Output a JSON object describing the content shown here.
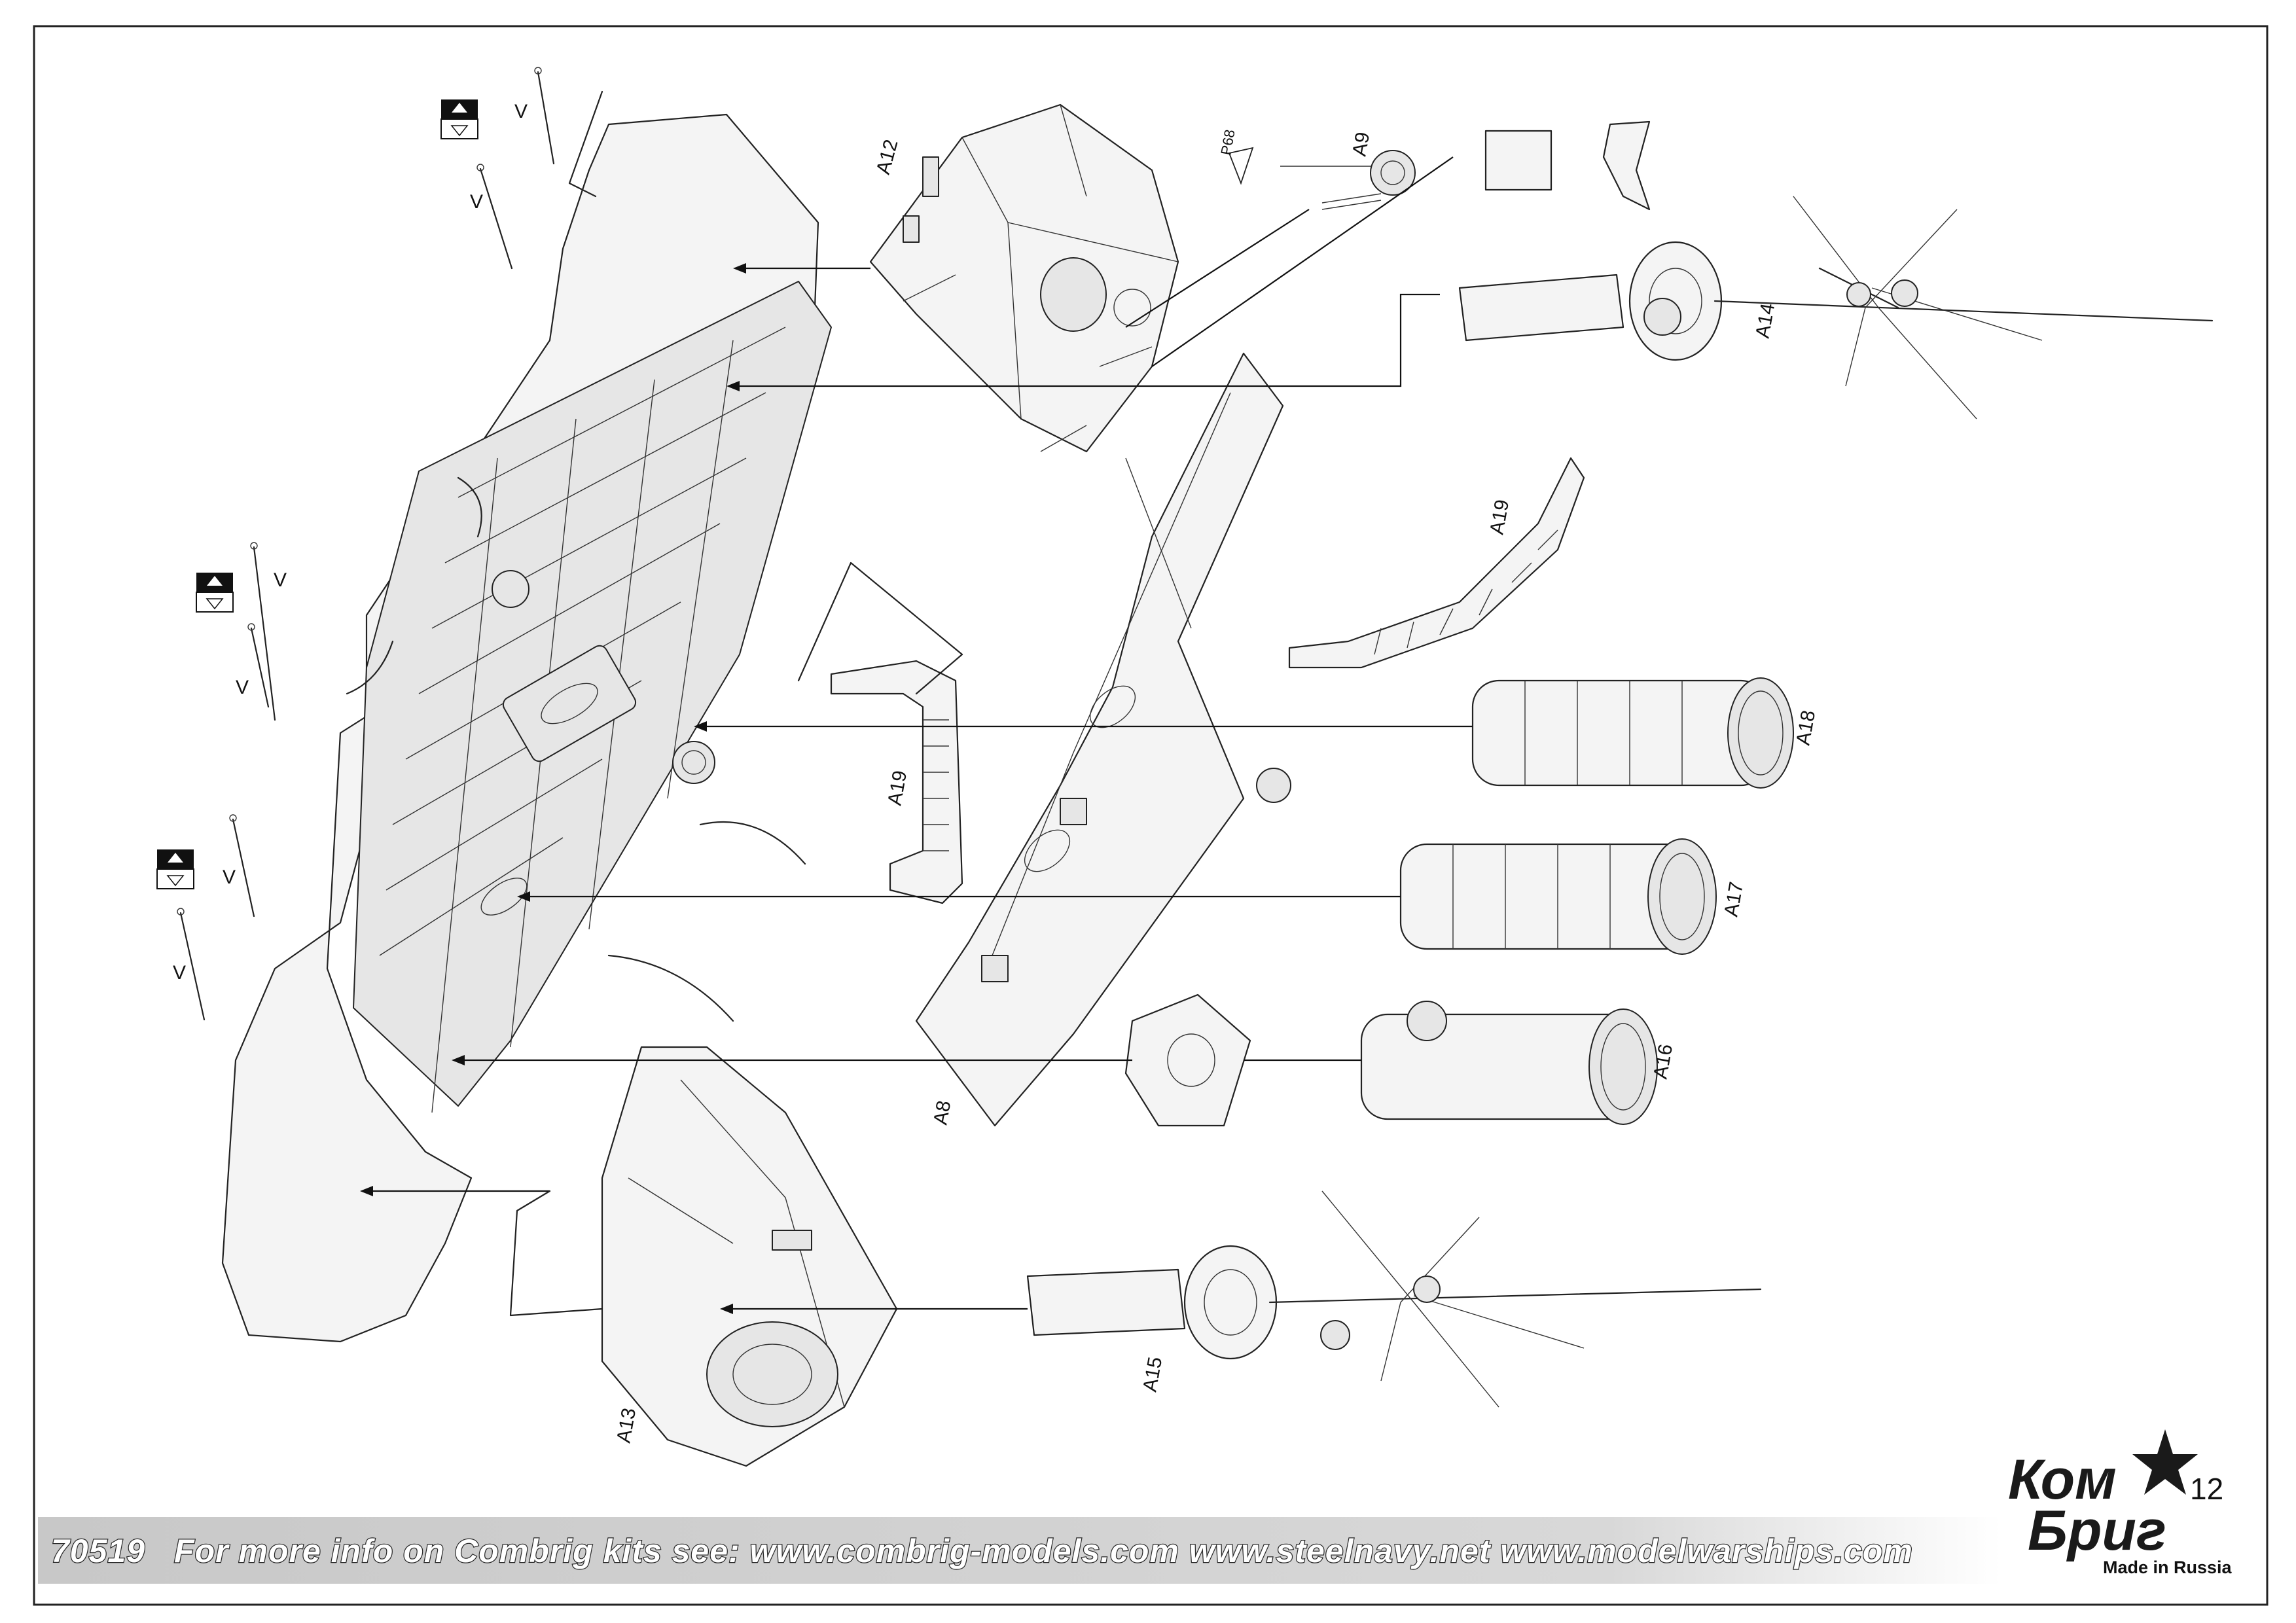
{
  "parts": {
    "a8": "A8",
    "a9": "A9",
    "a12": "A12",
    "a13": "A13",
    "a14": "A14",
    "a15": "A15",
    "a16": "A16",
    "a17": "A17",
    "a18": "A18",
    "a19_upper": "A19",
    "a19_lower": "A19",
    "p68": "P68"
  },
  "marks": {
    "v": "V"
  },
  "footer": {
    "kit_number": "70519",
    "info_text": "For more info on Combrig kits see: www.combrig-models.com www.steelnavy.net  www.modelwarships.com"
  },
  "page_number": "12",
  "logo": {
    "line1": "Ком",
    "line2": "Бриг",
    "badge": ""
  },
  "made_in": "Made in Russia",
  "colors": {
    "footer_band": "#cfcfcf",
    "ink": "#1a1a1a",
    "paper": "#ffffff"
  }
}
